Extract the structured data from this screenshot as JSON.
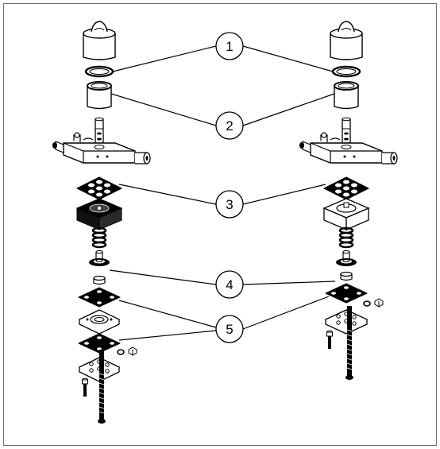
{
  "callouts": [
    {
      "label": "1"
    },
    {
      "label": "2"
    },
    {
      "label": "3"
    },
    {
      "label": "4"
    },
    {
      "label": "5"
    }
  ],
  "colors": {
    "line": "#000000",
    "fill_light": "#ffffff",
    "fill_dark": "#1a1a1a",
    "frame": "#6f6f6f"
  }
}
